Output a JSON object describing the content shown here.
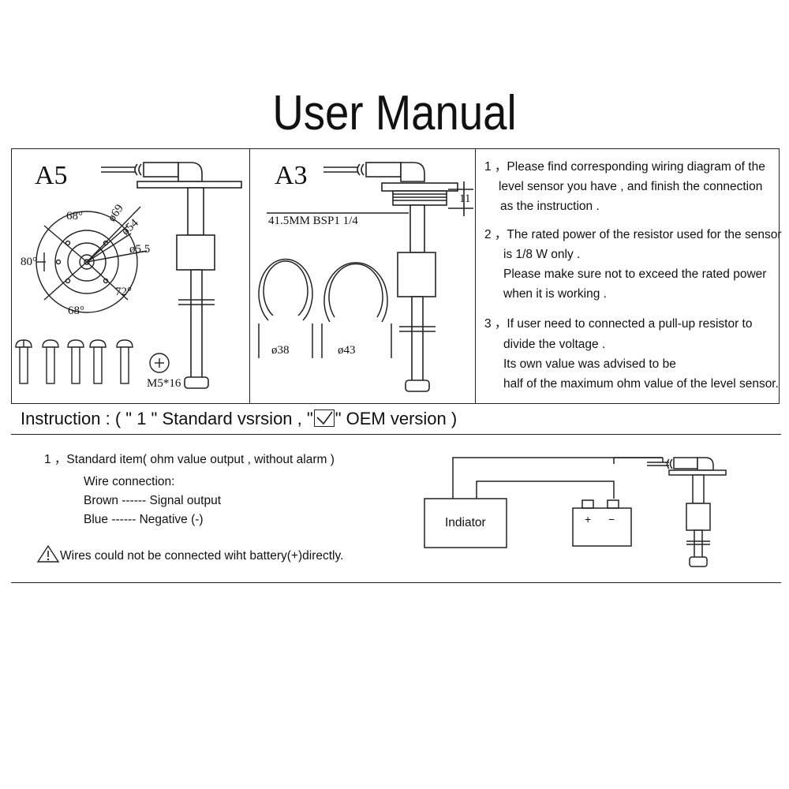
{
  "title": "User Manual",
  "panels": {
    "a5": {
      "label": "A5",
      "dims": [
        "68°",
        "ø69",
        "ø54",
        "80°",
        "ø5.5",
        "72°",
        "68°"
      ],
      "screw": "M5*16"
    },
    "a3": {
      "label": "A3",
      "thread": "41.5MM  BSP1 1/4",
      "height": "11",
      "ring_small": "ø38",
      "ring_large": "ø43"
    }
  },
  "notes": [
    "1 ，Please find corresponding wiring diagram of the",
    "level sensor you have , and finish the connection",
    "as the instruction .",
    "2 ，The rated power of the resistor used for the sensor",
    "is 1/8 W only .",
    "Please make sure not to exceed the rated power",
    "when it is working .",
    "3 ，If user need to connected a pull-up resistor to",
    "divide the voltage .",
    "Its own value was advised to be",
    "half of the maximum ohm value of the level sensor."
  ],
  "instruction": {
    "prefix": "Instruction : ( \" 1 \" Standard vsrsion , \"",
    "suffix": "\" OEM version )"
  },
  "standard": {
    "item": "1 ，Standard item( ohm value output , without alarm )",
    "wire_heading": "Wire connection:",
    "wire_brown": "Brown ------ Signal output",
    "wire_blue": "Blue ------ Negative (-)",
    "warning": "Wires could not be connected wiht battery(+)directly."
  },
  "wiring": {
    "indicator_label": "Indiator",
    "battery_plus": "+",
    "battery_minus": "−"
  }
}
